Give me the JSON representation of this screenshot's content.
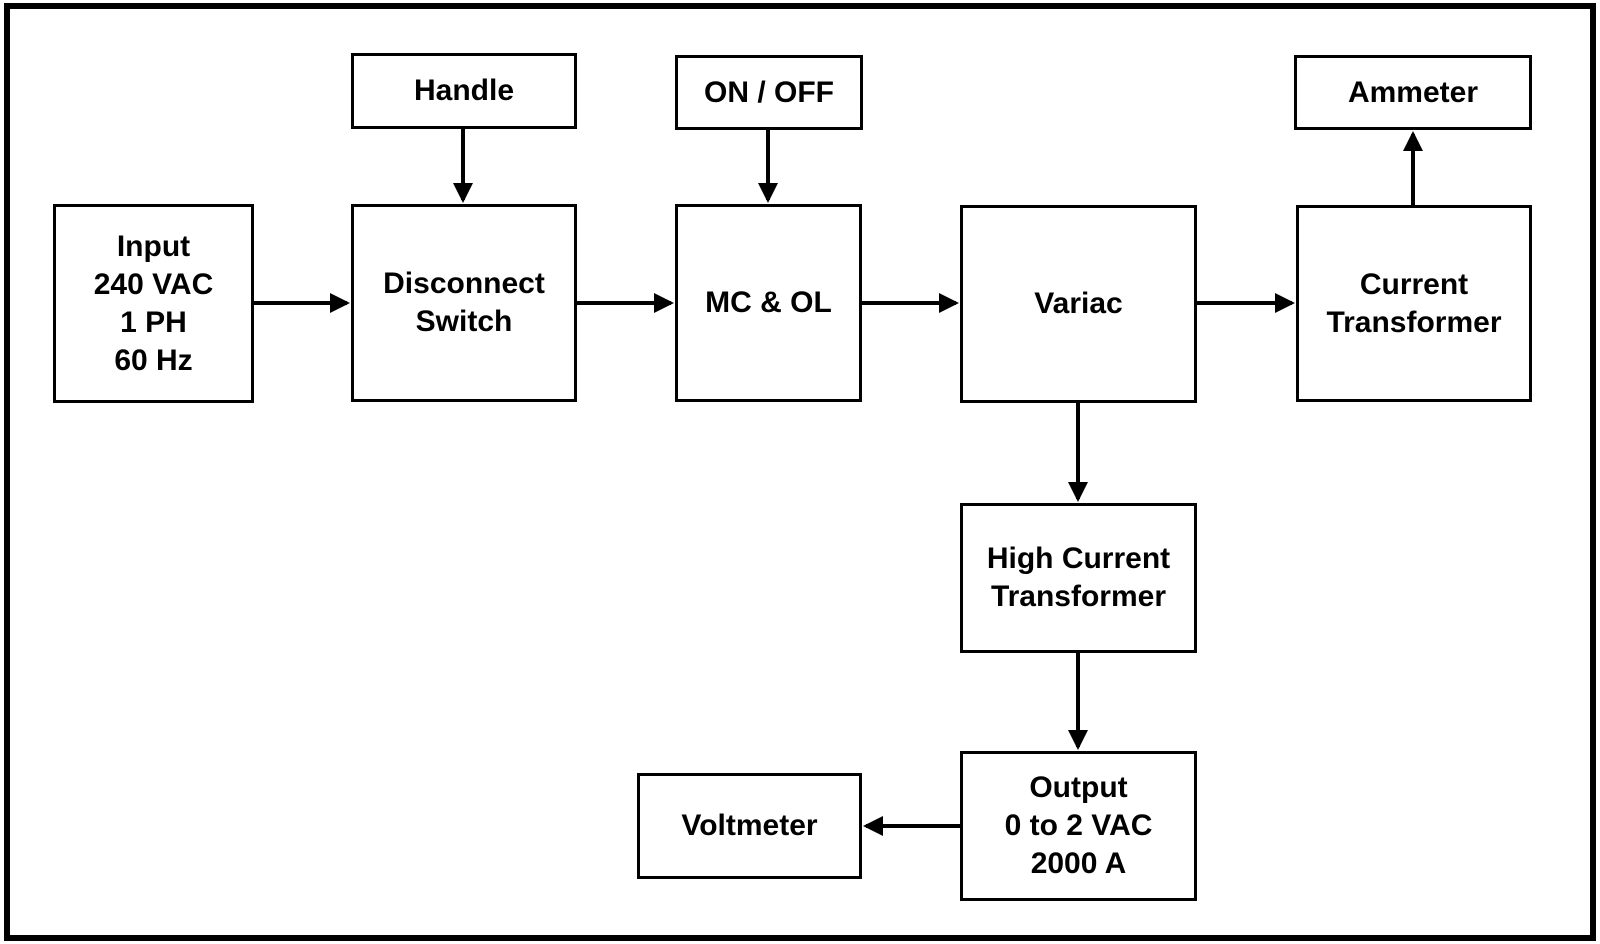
{
  "diagram": {
    "background_color": "#ffffff",
    "line_color": "#000000",
    "nodes": {
      "handle": {
        "label": "Handle"
      },
      "on_off": {
        "label": "ON / OFF"
      },
      "ammeter": {
        "label": "Ammeter"
      },
      "input": {
        "lines": [
          "Input",
          "240 VAC",
          "1 PH",
          "60 Hz"
        ]
      },
      "disconnect_switch": {
        "lines": [
          "Disconnect",
          "Switch"
        ]
      },
      "mc_ol": {
        "label": "MC & OL"
      },
      "variac": {
        "label": "Variac"
      },
      "current_transformer": {
        "lines": [
          "Current",
          "Transformer"
        ]
      },
      "high_current_transformer": {
        "lines": [
          "High Current",
          "Transformer"
        ]
      },
      "output": {
        "lines": [
          "Output",
          "0 to 2 VAC",
          "2000 A"
        ]
      },
      "voltmeter": {
        "label": "Voltmeter"
      }
    },
    "edges": [
      {
        "from": "handle",
        "to": "disconnect_switch"
      },
      {
        "from": "on_off",
        "to": "mc_ol"
      },
      {
        "from": "current_transformer",
        "to": "ammeter"
      },
      {
        "from": "input",
        "to": "disconnect_switch"
      },
      {
        "from": "disconnect_switch",
        "to": "mc_ol"
      },
      {
        "from": "mc_ol",
        "to": "variac"
      },
      {
        "from": "variac",
        "to": "current_transformer"
      },
      {
        "from": "variac",
        "to": "high_current_transformer"
      },
      {
        "from": "high_current_transformer",
        "to": "output"
      },
      {
        "from": "output",
        "to": "voltmeter"
      }
    ]
  }
}
